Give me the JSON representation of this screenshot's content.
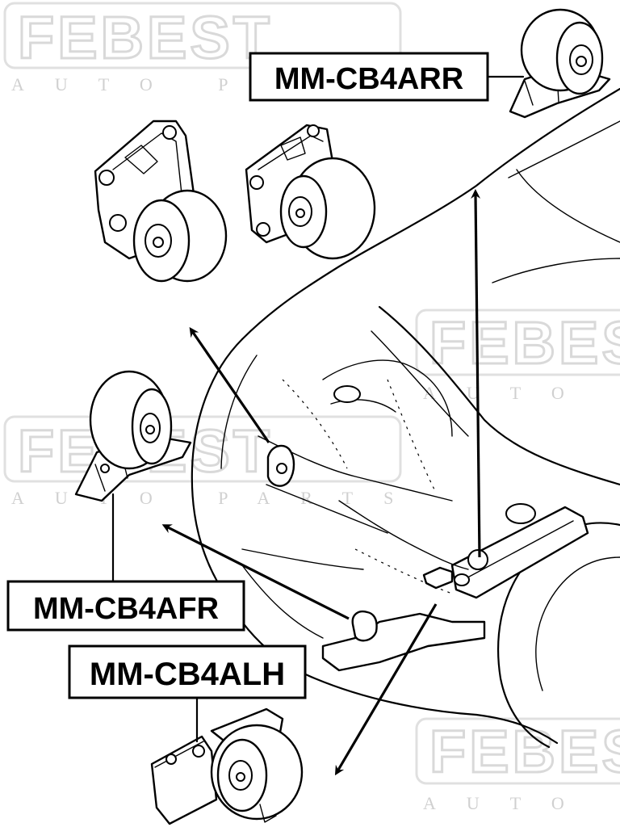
{
  "watermark": {
    "brand": "FEBEST",
    "tagline": "AUTO PARTS"
  },
  "labels": {
    "rear": "MM-CB4ARR",
    "front": "MM-CB4AFR",
    "left": "MM-CB4ALH"
  },
  "colors": {
    "ink": "#000000",
    "watermark": "#d9d9d9",
    "background": "#ffffff"
  }
}
